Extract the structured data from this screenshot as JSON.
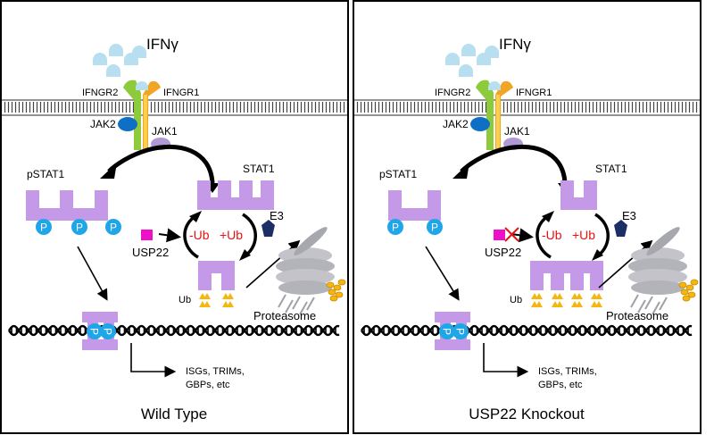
{
  "panels": [
    {
      "variant": "wild-type",
      "ligand_label": "IFNγ",
      "receptor_left_label": "IFNGR2",
      "receptor_right_label": "IFNGR1",
      "jak2_label": "JAK2",
      "jak1_label": "JAK1",
      "pstat1_label": "pSTAT1",
      "stat1_label": "STAT1",
      "phospho_marker": "P",
      "ub_minus_label": "-Ub",
      "ub_plus_label": "+Ub",
      "e3_label": "E3",
      "usp22_label": "USP22",
      "ub_label": "Ub",
      "proteasome_label": "Proteasome",
      "output_line1": "ISGs, TRIMs,",
      "output_line2": "GBPs, etc",
      "panel_title": "Wild Type",
      "pstat1_phospho_count": 3,
      "stat1_count": 4,
      "ubiquitinated_count": 2,
      "usp22_blocked": false
    },
    {
      "variant": "usp22-knockout",
      "ligand_label": "IFNγ",
      "receptor_left_label": "IFNGR2",
      "receptor_right_label": "IFNGR1",
      "jak2_label": "JAK2",
      "jak1_label": "JAK1",
      "pstat1_label": "pSTAT1",
      "stat1_label": "STAT1",
      "phospho_marker": "P",
      "ub_minus_label": "-Ub",
      "ub_plus_label": "+Ub",
      "e3_label": "E3",
      "usp22_label": "USP22",
      "ub_label": "Ub",
      "proteasome_label": "Proteasome",
      "output_line1": "ISGs, TRIMs,",
      "output_line2": "GBPs, etc",
      "panel_title": "USP22  Knockout",
      "pstat1_phospho_count": 2,
      "stat1_count": 2,
      "ubiquitinated_count": 4,
      "usp22_blocked": true
    }
  ],
  "colors": {
    "stat": "#c49ae8",
    "phospho": "#1fa6e8",
    "ub": "#f6b60f",
    "ub_dark": "#c98d00",
    "receptor_left": "#8ecb3c",
    "receptor_right": "#f2a424",
    "receptor_right_inner": "#fccf4d",
    "jak2": "#0f6fc6",
    "jak1": "#b09ad6",
    "ligand": "#b8dff0",
    "usp22": "#ee10c8",
    "e3": "#1b2f66",
    "minus_ub": "#e81212",
    "proteasome": "#c3c3c9",
    "membrane": "#555555"
  }
}
